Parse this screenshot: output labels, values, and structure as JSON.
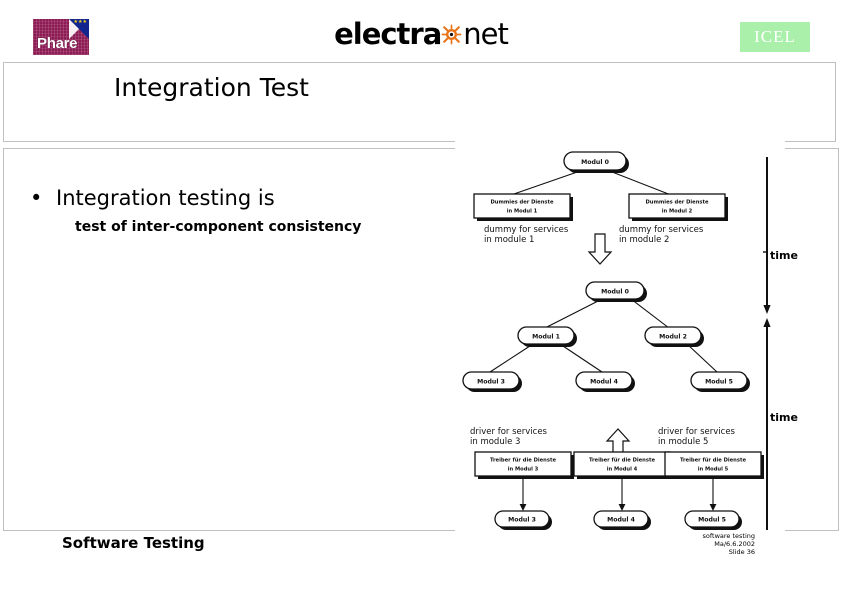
{
  "header": {
    "phare_logo": {
      "label": "Phare",
      "bg_color": "#8d1b54",
      "eu_flag_color": "#12248e"
    },
    "brand": {
      "word1": "electra",
      "icon": "at-swirl-icon",
      "word2": "net",
      "icon_color": "#e8751a"
    },
    "icel_logo": {
      "label": "ICEL",
      "bg_color": "#aaf0aa"
    }
  },
  "slide": {
    "title": "Integration Test",
    "bullet": {
      "marker": "•",
      "text": "Integration testing is",
      "subtext": "test of inter-component consistency"
    },
    "footer_title": "Software Testing",
    "credit": {
      "line1": "software testing",
      "line2": "Ma/6.6.2002",
      "line3": "Slide 36"
    }
  },
  "diagram": {
    "time_axis_top_label": "time",
    "time_axis_bottom_label": "time",
    "top_down_test": {
      "root": "Modul 0",
      "stubs": [
        {
          "line1": "Dummies der Dienste",
          "line2": "in Modul 1"
        },
        {
          "line1": "Dummies der Dienste",
          "line2": "in Modul 2"
        }
      ],
      "annotations": [
        {
          "line1": "dummy for services",
          "line2": "in module 1"
        },
        {
          "line1": "dummy for services",
          "line2": "in module 2"
        }
      ]
    },
    "module_tree": {
      "level0": [
        "Modul 0"
      ],
      "level1": [
        "Modul 1",
        "Modul 2"
      ],
      "level2": [
        "Modul 3",
        "Modul 4",
        "Modul 5"
      ],
      "edges": [
        [
          "Modul 0",
          "Modul 1"
        ],
        [
          "Modul 0",
          "Modul 2"
        ],
        [
          "Modul 1",
          "Modul 3"
        ],
        [
          "Modul 1",
          "Modul 4"
        ],
        [
          "Modul 2",
          "Modul 5"
        ]
      ]
    },
    "bottom_up_test": {
      "drivers": [
        {
          "line1": "Treiber für die Dienste",
          "line2": "in Modul 3"
        },
        {
          "line1": "Treiber für die Dienste",
          "line2": "in Modul 4"
        },
        {
          "line1": "Treiber für die Dienste",
          "line2": "in Modul 5"
        }
      ],
      "modules": [
        "Modul 3",
        "Modul 4",
        "Modul 5"
      ],
      "annotations": [
        {
          "line1": "driver for services",
          "line2": "in module 3"
        },
        {
          "line1": "driver for services",
          "line2": "in module 5"
        }
      ]
    }
  }
}
